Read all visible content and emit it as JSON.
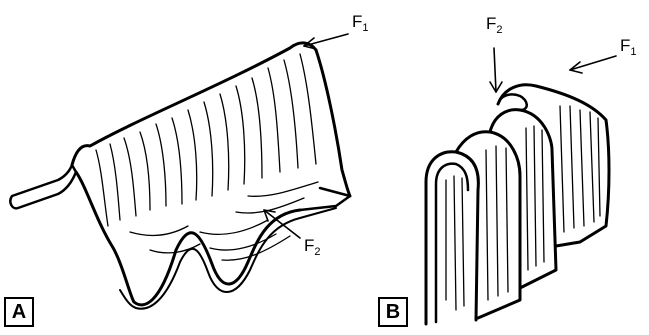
{
  "panels": [
    {
      "letter": "A"
    },
    {
      "letter": "B"
    }
  ],
  "forces": {
    "a_top": {
      "base": "F",
      "sub": "1"
    },
    "a_bottom": {
      "base": "F",
      "sub": "2"
    },
    "b_left": {
      "base": "F",
      "sub": "2"
    },
    "b_right": {
      "base": "F",
      "sub": "1"
    }
  },
  "colors": {
    "stroke": "#000000",
    "background": "#ffffff"
  }
}
